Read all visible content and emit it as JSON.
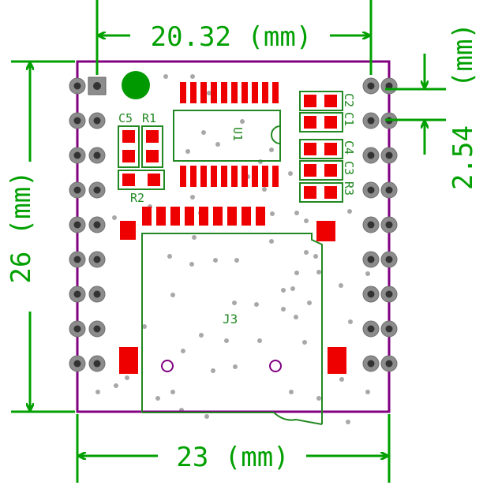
{
  "dimensions": {
    "pin_row_span": "20.32 (mm)",
    "board_height": "26 (mm)",
    "board_width": "23 (mm)",
    "pin_pitch_value": "2.54",
    "pin_pitch_unit": "(mm)"
  },
  "silkscreen": {
    "u1": "U1",
    "c5": "C5",
    "r1": "R1",
    "r2": "R2",
    "c2": "C2",
    "c1": "C1",
    "c4": "C4",
    "c3": "C3",
    "r3": "R3",
    "j3": "J3"
  },
  "colors": {
    "dimension_green": "#00a000",
    "outline_purple": "#800080",
    "pad_red": "#ee0000",
    "silk_green": "#228822",
    "via_gray": "#a8a8a8",
    "pin_gray": "#8c8c8c"
  },
  "header_pins": {
    "left_rows": 9,
    "right_rows": 9
  }
}
